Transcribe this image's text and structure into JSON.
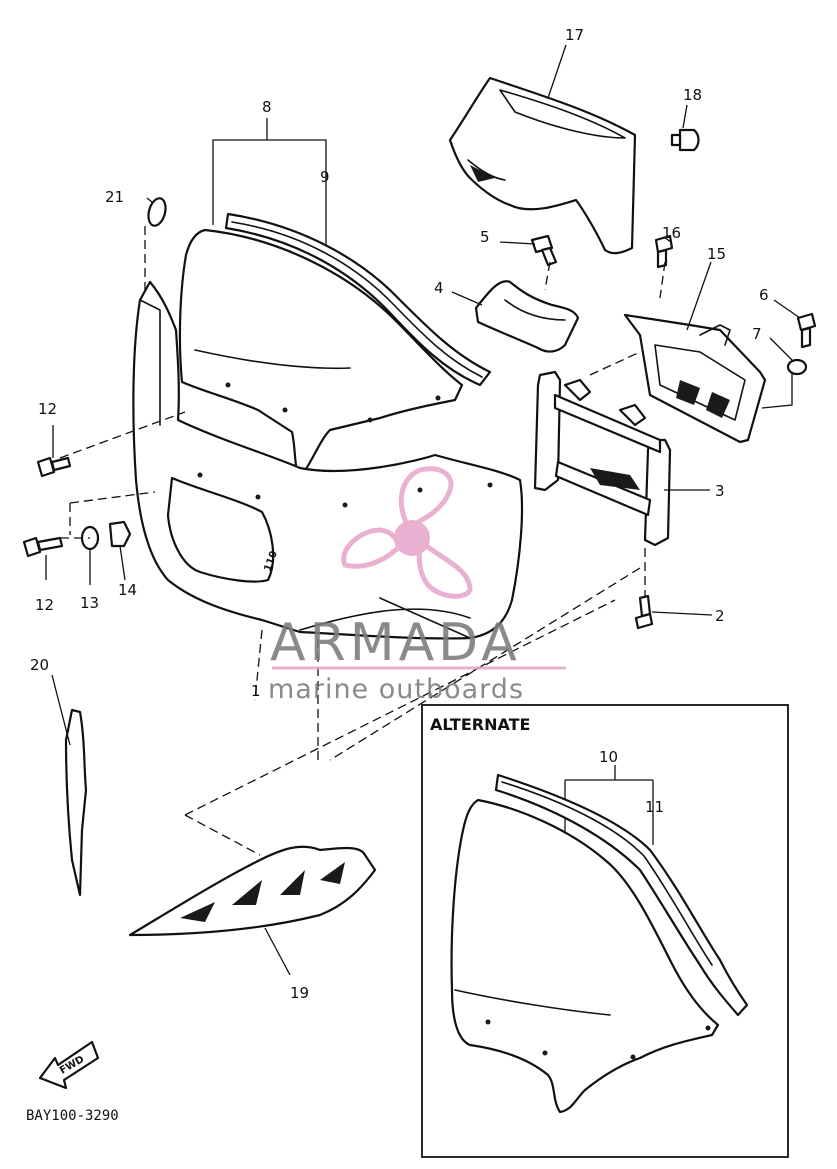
{
  "diagram_code": "BAY100-3290",
  "alternate_label": "ALTERNATE",
  "fwd_label": "FWD",
  "watermark": {
    "title": "ARMADA",
    "subtitle": "marine outboards",
    "colors": {
      "propeller": "#e8a6cc",
      "text": "#7b7b7b",
      "underline": "#e8a6cc"
    }
  },
  "callouts": {
    "c1": "1",
    "c2": "2",
    "c3": "3",
    "c4": "4",
    "c5": "5",
    "c6": "6",
    "c7": "7",
    "c8": "8",
    "c9": "9",
    "c10": "10",
    "c11": "11",
    "c12a": "12",
    "c12b": "12",
    "c13": "13",
    "c14": "14",
    "c15": "15",
    "c16": "16",
    "c17": "17",
    "c18": "18",
    "c19": "19",
    "c20": "20",
    "c21": "21"
  }
}
